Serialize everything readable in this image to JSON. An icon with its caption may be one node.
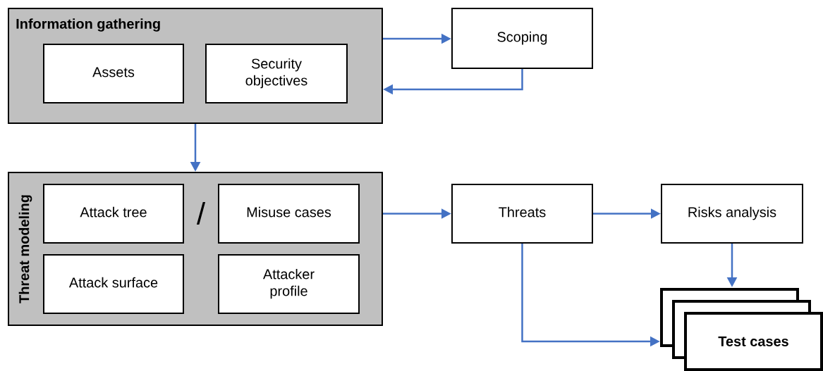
{
  "diagram": {
    "nodes": [
      {
        "text": [
          "Information gathering"
        ]
      },
      {
        "text": [
          "Assets"
        ],
        "in": 0
      },
      {
        "text": [
          "Security objectives"
        ],
        "in": 0
      },
      {
        "text": [
          "Scoping"
        ]
      },
      {
        "text": [
          "Threat modeling"
        ]
      },
      {
        "text": [
          "Attack tree"
        ],
        "in": 4
      },
      {
        "text": [
          "Misuse cases"
        ],
        "in": 4
      },
      {
        "text": [
          "Attack surface"
        ],
        "in": 4
      },
      {
        "text": [
          "Attacker profile"
        ],
        "in": 4
      },
      {
        "text": [
          "Threats"
        ]
      },
      {
        "text": [
          "Risks analysis"
        ]
      },
      {
        "text": [
          "Test cases"
        ]
      }
    ],
    "edges": [
      {
        "from": 0,
        "to": 3,
        "arrow": "to"
      },
      {
        "from": 3,
        "to": 0,
        "arrow": "to"
      },
      {
        "from": 0,
        "to": 4,
        "arrow": "to"
      },
      {
        "from": 4,
        "to": 9,
        "arrow": "to"
      },
      {
        "from": 9,
        "to": 10,
        "arrow": "to"
      },
      {
        "from": 10,
        "to": 11,
        "arrow": "to"
      },
      {
        "from": 9,
        "to": 11,
        "arrow": "to"
      }
    ],
    "labels": [
      "/"
    ]
  }
}
